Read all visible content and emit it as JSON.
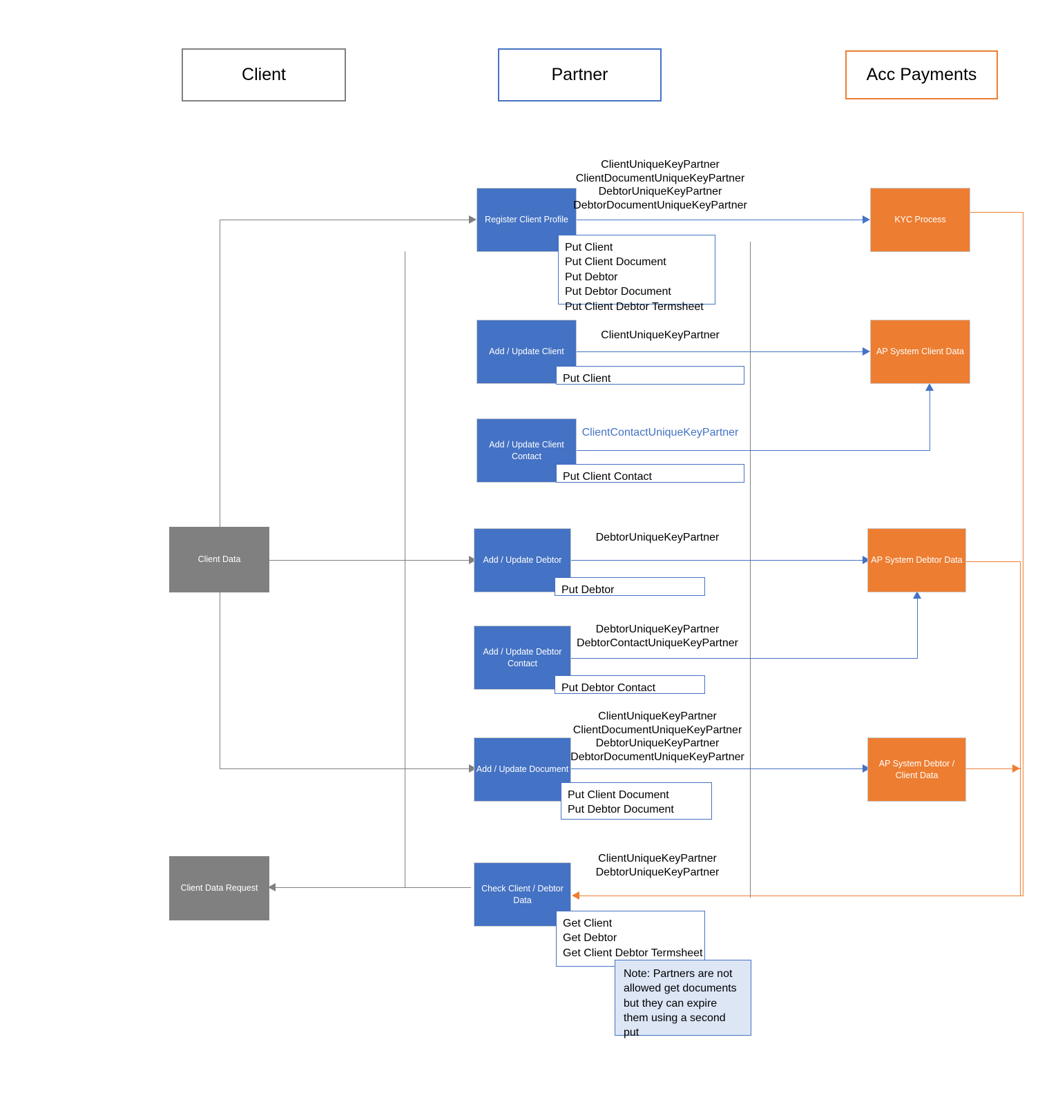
{
  "diagram": {
    "title": "Partner Client Onboarding Data Flow",
    "colors": {
      "blue": "#4472C4",
      "orange": "#ED7D31",
      "gray": "#808080",
      "note_fill": "#DCE6F5"
    }
  },
  "lanes": [
    {
      "label": "Client",
      "border": "#7f7f7f"
    },
    {
      "label": "Partner",
      "border": "#4472C4"
    },
    {
      "label": "Acc Payments",
      "border": "#ED7D31"
    }
  ],
  "client_nodes": [
    {
      "label": "Client Data"
    },
    {
      "label": "Client Data Request"
    }
  ],
  "partner_nodes": [
    {
      "label": "Register Client Profile"
    },
    {
      "label": "Add / Update Client"
    },
    {
      "label": "Add / Update Client Contact"
    },
    {
      "label": "Add / Update Debtor"
    },
    {
      "label": "Add / Update Debtor Contact"
    },
    {
      "label": "Add / Update Document"
    },
    {
      "label": "Check Client / Debtor Data"
    }
  ],
  "ap_nodes": [
    {
      "label": "KYC Process"
    },
    {
      "label": "AP System Client Data"
    },
    {
      "label": "AP System Debtor Data"
    },
    {
      "label": "AP System Debtor / Client Data"
    }
  ],
  "key_labels": [
    {
      "id": "register",
      "text": "ClientUniqueKeyPartner\nClientDocumentUniqueKeyPartner\nDebtorUniqueKeyPartner\nDebtorDocumentUniqueKeyPartner",
      "color": "black"
    },
    {
      "id": "client",
      "text": "ClientUniqueKeyPartner",
      "color": "black"
    },
    {
      "id": "client_contact",
      "text": "ClientContactUniqueKeyPartner",
      "color": "blue"
    },
    {
      "id": "debtor",
      "text": "DebtorUniqueKeyPartner",
      "color": "black"
    },
    {
      "id": "debtor_contact",
      "text": "DebtorUniqueKeyPartner\nDebtorContactUniqueKeyPartner",
      "color": "black"
    },
    {
      "id": "document",
      "text": "ClientUniqueKeyPartner\nClientDocumentUniqueKeyPartner\nDebtorUniqueKeyPartner\nDebtorDocumentUniqueKeyPartner",
      "color": "black"
    },
    {
      "id": "check",
      "text": "ClientUniqueKeyPartner\nDebtorUniqueKeyPartner",
      "color": "black"
    }
  ],
  "callouts": [
    {
      "id": "register",
      "text": "Put Client\nPut Client Document\nPut Debtor\nPut Debtor Document\nPut Client Debtor Termsheet"
    },
    {
      "id": "client",
      "text": "Put Client"
    },
    {
      "id": "client_contact",
      "text": "Put Client Contact"
    },
    {
      "id": "debtor",
      "text": "Put Debtor"
    },
    {
      "id": "debtor_contact",
      "text": "Put Debtor Contact"
    },
    {
      "id": "document",
      "text": "Put Client Document\nPut Debtor Document"
    },
    {
      "id": "check",
      "text": "Get Client\nGet Debtor\nGet Client Debtor Termsheet"
    }
  ],
  "note": {
    "text": "Note: Partners are not allowed get documents but they can expire them using a second put"
  }
}
